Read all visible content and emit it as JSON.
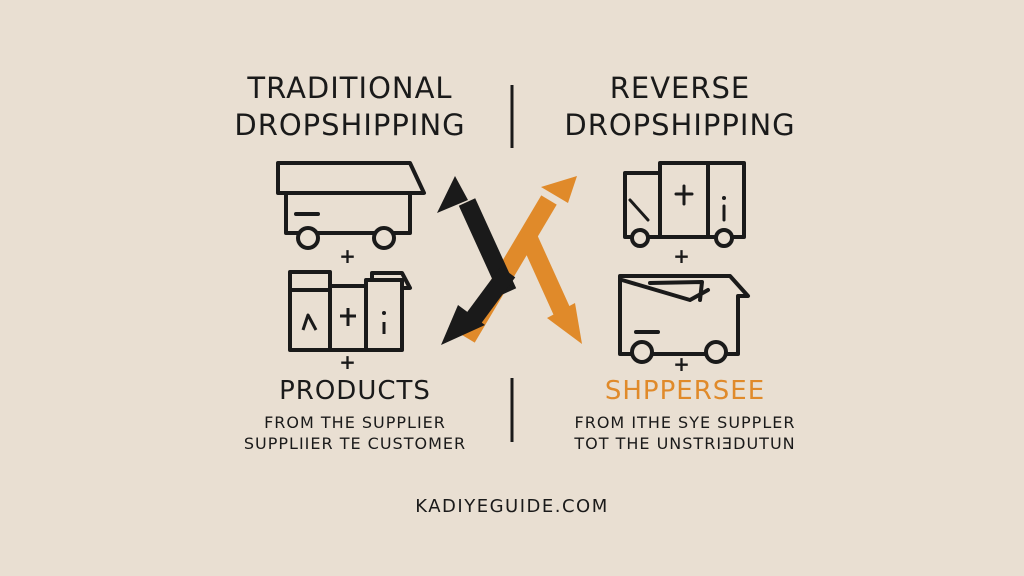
{
  "left": {
    "heading_line1": "TRADITIONAL",
    "heading_line2": "DROPSHIPPING",
    "title": "PRODUCTS",
    "sub_line1": "FROM THE SUPPLIER",
    "sub_line2": "SUPPLIIER TE CUSTOMER"
  },
  "right": {
    "heading_line1": "REVERSE",
    "heading_line2": "DROPSHIPPING",
    "title": "SHPPERSEE",
    "sub_line1": "FROM ITHE SYE SUPPLER",
    "sub_line2": "TOT THE UNSTRIƎDUTUN"
  },
  "icons": {
    "plus": "+",
    "box_mark_a": "A",
    "box_mark_plus": "+",
    "box_mark_i": "i"
  },
  "footer": "KADIYEGUIDE.COM",
  "colors": {
    "background": "#e9dfd2",
    "ink": "#1a1a1a",
    "accent": "#e08a2a"
  }
}
